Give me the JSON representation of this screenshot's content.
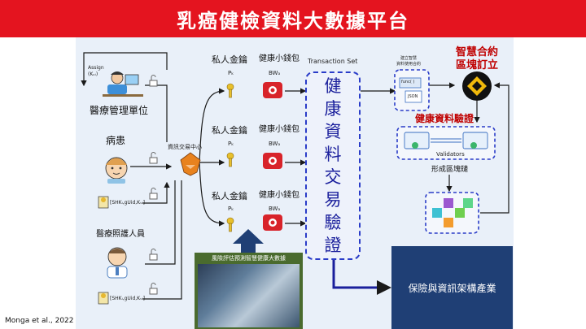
{
  "title": "乳癌健檢資料大數據平台",
  "citation": "Monga et al., 2022",
  "left": {
    "assign_label": "Assign",
    "assign_key": "(Kᵥᵢ)",
    "medical_unit": "醫療管理單位",
    "patient": "病患",
    "caregiver": "醫療照護人員",
    "record1": "[SHKᵢ,gUid,Kᵥᵢ]",
    "record2": "[SHKᵢ,gUid,Kᵥᵢ]",
    "exchange_center": "資訊交易中心"
  },
  "wallets": [
    {
      "key_label": "私人金鑰",
      "pk": "Pₖ",
      "wallet_label": "健康小錢包",
      "bw": "BWₐ"
    },
    {
      "key_label": "私人金鑰",
      "pk": "Pₖ",
      "wallet_label": "健康小錢包",
      "bw": "BWₐ"
    },
    {
      "key_label": "私人金鑰",
      "pk": "Pₖ",
      "wallet_label": "健康小錢包",
      "bw": "BWₐ"
    }
  ],
  "transaction_set": "Transaction Set",
  "vertical_text": [
    "健",
    "康",
    "資",
    "料",
    "交",
    "易",
    "驗",
    "證"
  ],
  "contract": {
    "caption1": "建立智慧",
    "caption2": "資料使用合約",
    "func": "func( )",
    "json": "JSON"
  },
  "smart_contract": [
    "智慧合約",
    "區塊訂立"
  ],
  "health_verify": "健康資料驗證",
  "validators": "Validators",
  "form_chain": "形成區塊鏈",
  "risk_caption": "風險評估預測智慧健康大數據",
  "industry": "保險與資訊架構產業",
  "colors": {
    "title_bg": "#e4141f",
    "accent_red": "#c00000",
    "dashed_blue": "#2a3cc8",
    "navy": "#1f3f75"
  }
}
